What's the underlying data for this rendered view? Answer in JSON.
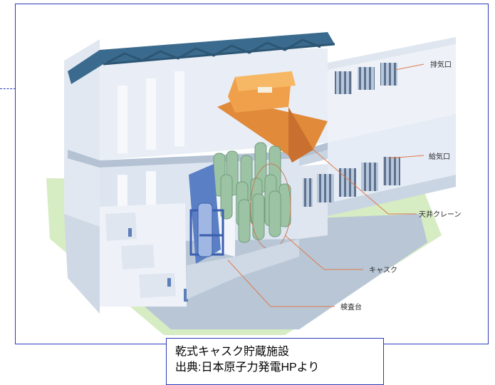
{
  "callouts": {
    "exhaust": "排気口",
    "intake": "給気口",
    "crane": "天井クレーン",
    "cask": "キャスク",
    "inspection": "検査台"
  },
  "caption": {
    "line1": "乾式キャスク貯蔵施設",
    "line2": "出典:日本原子力発電HPより"
  },
  "colors": {
    "frame": "#2a3bb8",
    "crane": "#e08a3a",
    "cask": "#9cc3a4",
    "leader": "#e07a4a"
  }
}
